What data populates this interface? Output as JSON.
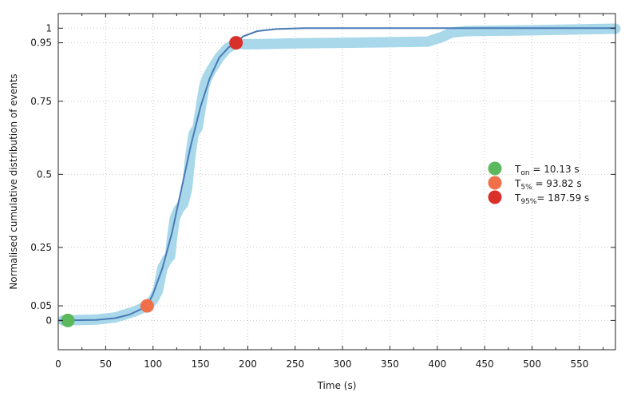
{
  "chart_data": {
    "type": "line",
    "title": "",
    "xlabel": "Time (s)",
    "ylabel": "Normalised cumulative distribution of events",
    "xlim": [
      0,
      588
    ],
    "ylim": [
      -0.1,
      1.05
    ],
    "x_ticks": [
      0,
      50,
      100,
      150,
      200,
      250,
      300,
      350,
      400,
      450,
      500,
      550
    ],
    "x_tick_labels": [
      "0",
      "50",
      "100",
      "150",
      "200",
      "250",
      "300",
      "350",
      "400",
      "450",
      "500",
      "550"
    ],
    "y_ticks": [
      0,
      0.05,
      0.25,
      0.5,
      0.75,
      0.95,
      1
    ],
    "y_tick_labels": [
      "0",
      "0.05",
      "0.25",
      "0.5",
      "0.75",
      "0.95",
      "1"
    ],
    "grid": true,
    "grid_style": "dotted",
    "series": [
      {
        "role": "empirical",
        "color": "#a8d8ea",
        "points": [
          [
            5,
            0.0
          ],
          [
            40,
            0.003
          ],
          [
            60,
            0.01
          ],
          [
            80,
            0.03
          ],
          [
            93.82,
            0.05
          ],
          [
            100,
            0.07
          ],
          [
            105,
            0.1
          ],
          [
            110,
            0.18
          ],
          [
            115,
            0.21
          ],
          [
            118,
            0.22
          ],
          [
            120,
            0.28
          ],
          [
            123,
            0.35
          ],
          [
            127,
            0.38
          ],
          [
            132,
            0.4
          ],
          [
            136,
            0.45
          ],
          [
            139,
            0.55
          ],
          [
            141,
            0.6
          ],
          [
            143,
            0.64
          ],
          [
            147,
            0.66
          ],
          [
            150,
            0.72
          ],
          [
            154,
            0.8
          ],
          [
            157,
            0.83
          ],
          [
            162,
            0.86
          ],
          [
            170,
            0.9
          ],
          [
            178,
            0.93
          ],
          [
            187.59,
            0.95
          ],
          [
            195,
            0.945
          ],
          [
            210,
            0.945
          ],
          [
            250,
            0.948
          ],
          [
            300,
            0.95
          ],
          [
            350,
            0.952
          ],
          [
            390,
            0.954
          ],
          [
            405,
            0.97
          ],
          [
            415,
            0.985
          ],
          [
            430,
            0.99
          ],
          [
            500,
            0.993
          ],
          [
            588,
            0.998
          ]
        ]
      },
      {
        "role": "fit",
        "color": "#4a7ab5",
        "points": [
          [
            0,
            0.0
          ],
          [
            40,
            0.002
          ],
          [
            60,
            0.008
          ],
          [
            75,
            0.02
          ],
          [
            85,
            0.035
          ],
          [
            93.82,
            0.05
          ],
          [
            100,
            0.09
          ],
          [
            110,
            0.18
          ],
          [
            120,
            0.3
          ],
          [
            130,
            0.45
          ],
          [
            140,
            0.6
          ],
          [
            150,
            0.73
          ],
          [
            160,
            0.83
          ],
          [
            170,
            0.9
          ],
          [
            180,
            0.935
          ],
          [
            187.59,
            0.95
          ],
          [
            195,
            0.972
          ],
          [
            210,
            0.99
          ],
          [
            230,
            0.997
          ],
          [
            260,
            1.0
          ],
          [
            588,
            1.0
          ]
        ]
      }
    ],
    "markers": [
      {
        "name": "T_on",
        "x": 10.13,
        "y": 0.0,
        "color": "#5cb85c"
      },
      {
        "name": "T_5%",
        "x": 93.82,
        "y": 0.05,
        "color": "#f0704a"
      },
      {
        "name": "T_95%",
        "x": 187.59,
        "y": 0.95,
        "color": "#d9302a"
      }
    ],
    "legend": {
      "placement": "right",
      "entries": [
        {
          "symbol": "T",
          "sub": "on",
          "suffix": " =   10.13 s",
          "color": "#5cb85c"
        },
        {
          "symbol": "T",
          "sub": "5%",
          "suffix": " =   93.82 s",
          "color": "#f0704a"
        },
        {
          "symbol": "T",
          "sub": "95%",
          "suffix": "= 187.59 s",
          "color": "#d9302a"
        }
      ]
    }
  }
}
